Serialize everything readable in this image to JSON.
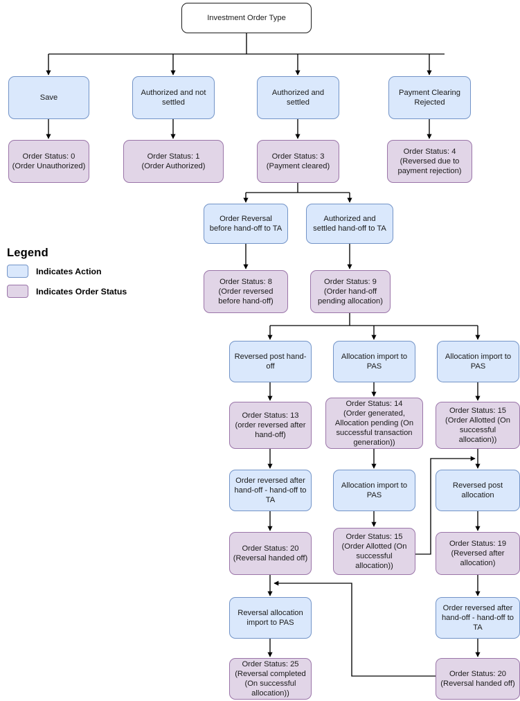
{
  "diagram": {
    "title": "Investment Order Type",
    "colors": {
      "action_fill": "#dae8fc",
      "action_stroke": "#7293c7",
      "status_fill": "#e1d5e7",
      "status_stroke": "#9a74a8",
      "root_fill": "#ffffff",
      "root_stroke": "#1a1a1a",
      "edge_stroke": "#000000",
      "background": "#ffffff"
    }
  },
  "legend": {
    "title": "Legend",
    "items": [
      {
        "kind": "action",
        "label": "Indicates Action"
      },
      {
        "kind": "status",
        "label": "Indicates Order Status"
      }
    ]
  },
  "nodes": {
    "root": {
      "label": "Investment Order Type",
      "kind": "root"
    },
    "a_save": {
      "label": "Save",
      "kind": "action"
    },
    "a_auth_not_settled": {
      "label": "Authorized and not\nsettled",
      "kind": "action"
    },
    "a_auth_settled": {
      "label": "Authorized and\nsettled",
      "kind": "action"
    },
    "a_pay_clear_rejected": {
      "label": "Payment Clearing\nRejected",
      "kind": "action"
    },
    "s0": {
      "label": "Order Status: 0\n(Order Unauthorized)",
      "kind": "status"
    },
    "s1": {
      "label": "Order Status: 1\n(Order Authorized)",
      "kind": "status"
    },
    "s3": {
      "label": "Order Status: 3\n(Payment cleared)",
      "kind": "status"
    },
    "s4": {
      "label": "Order Status: 4\n(Reversed due to\npayment rejection)",
      "kind": "status"
    },
    "a_reversal_before_handoff": {
      "label": "Order Reversal\nbefore hand-off to TA",
      "kind": "action"
    },
    "a_auth_settled_handoff": {
      "label": "Authorized and\nsettled hand-off to TA",
      "kind": "action"
    },
    "s8": {
      "label": "Order Status: 8\n(Order reversed\nbefore hand-off)",
      "kind": "status"
    },
    "s9": {
      "label": "Order Status: 9\n(Order hand-off\npending allocation)",
      "kind": "status"
    },
    "a_reversed_post_handoff": {
      "label": "Reversed post hand-\noff",
      "kind": "action"
    },
    "a_alloc_import_pas_mid": {
      "label": "Allocation import to\nPAS",
      "kind": "action"
    },
    "a_alloc_import_pas_right": {
      "label": "Allocation import to\nPAS",
      "kind": "action"
    },
    "s13": {
      "label": "Order Status: 13\n(order reversed after\nhand-off)",
      "kind": "status"
    },
    "s14": {
      "label": "Order Status: 14\n(Order generated,\nAllocation pending (On\nsuccessful transaction\ngeneration))",
      "kind": "status"
    },
    "s15_right": {
      "label": "Order Status: 15\n(Order Allotted (On\nsuccessful\nallocation))",
      "kind": "status"
    },
    "a_order_reversed_handoff_ta_left": {
      "label": "Order reversed after\nhand-off -  hand-off to\nTA",
      "kind": "action"
    },
    "a_alloc_import_pas_mid2": {
      "label": "Allocation import to\nPAS",
      "kind": "action"
    },
    "a_reversed_post_allocation": {
      "label": "Reversed post\nallocation",
      "kind": "action"
    },
    "s20_left": {
      "label": "Order Status: 20\n(Reversal handed off)",
      "kind": "status"
    },
    "s15_mid": {
      "label": "Order Status: 15\n(Order Allotted (On\nsuccessful\nallocation))",
      "kind": "status"
    },
    "s19": {
      "label": "Order Status: 19\n(Reversed after\nallocation)",
      "kind": "status"
    },
    "a_reversal_alloc_import_pas": {
      "label": "Reversal allocation\nimport to PAS",
      "kind": "action"
    },
    "a_order_reversed_handoff_ta_right": {
      "label": "Order reversed after\nhand-off -  hand-off to\nTA",
      "kind": "action"
    },
    "s25": {
      "label": "Order Status: 25\n(Reversal completed\n(On successful\nallocation))",
      "kind": "status"
    },
    "s20_right": {
      "label": "Order Status: 20\n(Reversal handed off)",
      "kind": "status"
    }
  },
  "edges": [
    {
      "from": "root",
      "to": "a_save"
    },
    {
      "from": "root",
      "to": "a_auth_not_settled"
    },
    {
      "from": "root",
      "to": "a_auth_settled"
    },
    {
      "from": "root",
      "to": "a_pay_clear_rejected"
    },
    {
      "from": "a_save",
      "to": "s0"
    },
    {
      "from": "a_auth_not_settled",
      "to": "s1"
    },
    {
      "from": "a_auth_settled",
      "to": "s3"
    },
    {
      "from": "a_pay_clear_rejected",
      "to": "s4"
    },
    {
      "from": "s3",
      "to": "a_reversal_before_handoff"
    },
    {
      "from": "s3",
      "to": "a_auth_settled_handoff"
    },
    {
      "from": "a_reversal_before_handoff",
      "to": "s8"
    },
    {
      "from": "a_auth_settled_handoff",
      "to": "s9"
    },
    {
      "from": "s9",
      "to": "a_reversed_post_handoff"
    },
    {
      "from": "s9",
      "to": "a_alloc_import_pas_mid"
    },
    {
      "from": "s9",
      "to": "a_alloc_import_pas_right"
    },
    {
      "from": "a_reversed_post_handoff",
      "to": "s13"
    },
    {
      "from": "a_alloc_import_pas_mid",
      "to": "s14"
    },
    {
      "from": "a_alloc_import_pas_right",
      "to": "s15_right"
    },
    {
      "from": "s13",
      "to": "a_order_reversed_handoff_ta_left"
    },
    {
      "from": "s14",
      "to": "a_alloc_import_pas_mid2"
    },
    {
      "from": "s15_right",
      "to": "a_reversed_post_allocation"
    },
    {
      "from": "a_order_reversed_handoff_ta_left",
      "to": "s20_left"
    },
    {
      "from": "a_alloc_import_pas_mid2",
      "to": "s15_mid"
    },
    {
      "from": "a_reversed_post_allocation",
      "to": "s19"
    },
    {
      "from": "s15_mid",
      "to": "a_reversed_post_allocation"
    },
    {
      "from": "s20_left",
      "to": "a_reversal_alloc_import_pas"
    },
    {
      "from": "s19",
      "to": "a_order_reversed_handoff_ta_right"
    },
    {
      "from": "a_reversal_alloc_import_pas",
      "to": "s25"
    },
    {
      "from": "a_order_reversed_handoff_ta_right",
      "to": "s20_right"
    },
    {
      "from": "s20_right",
      "to": "a_reversal_alloc_import_pas"
    }
  ]
}
